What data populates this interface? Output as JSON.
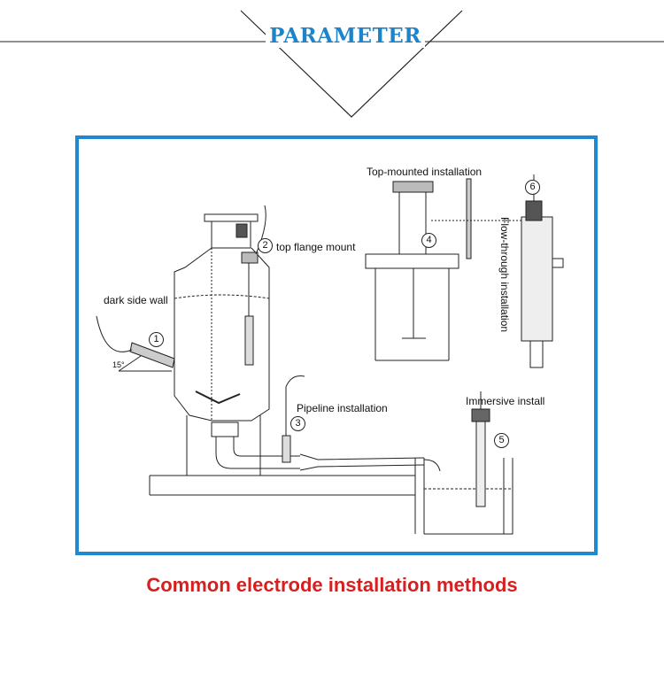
{
  "header": {
    "title": "PARAMETER"
  },
  "labels": {
    "dark_side_wall": "dark side wall",
    "top_flange_mount": "top flange mount",
    "pipeline_installation": "Pipeline installation",
    "top_mounted_installation": "Top-mounted installation",
    "flow_through_installation": "Flow-through installation",
    "immersive_install": "Immersive install",
    "angle": "15°"
  },
  "markers": [
    "1",
    "2",
    "3",
    "4",
    "5",
    "6"
  ],
  "caption": "Common electrode installation methods",
  "colors": {
    "accent": "#1e88d0",
    "caption": "#d62020",
    "line": "#222222"
  }
}
